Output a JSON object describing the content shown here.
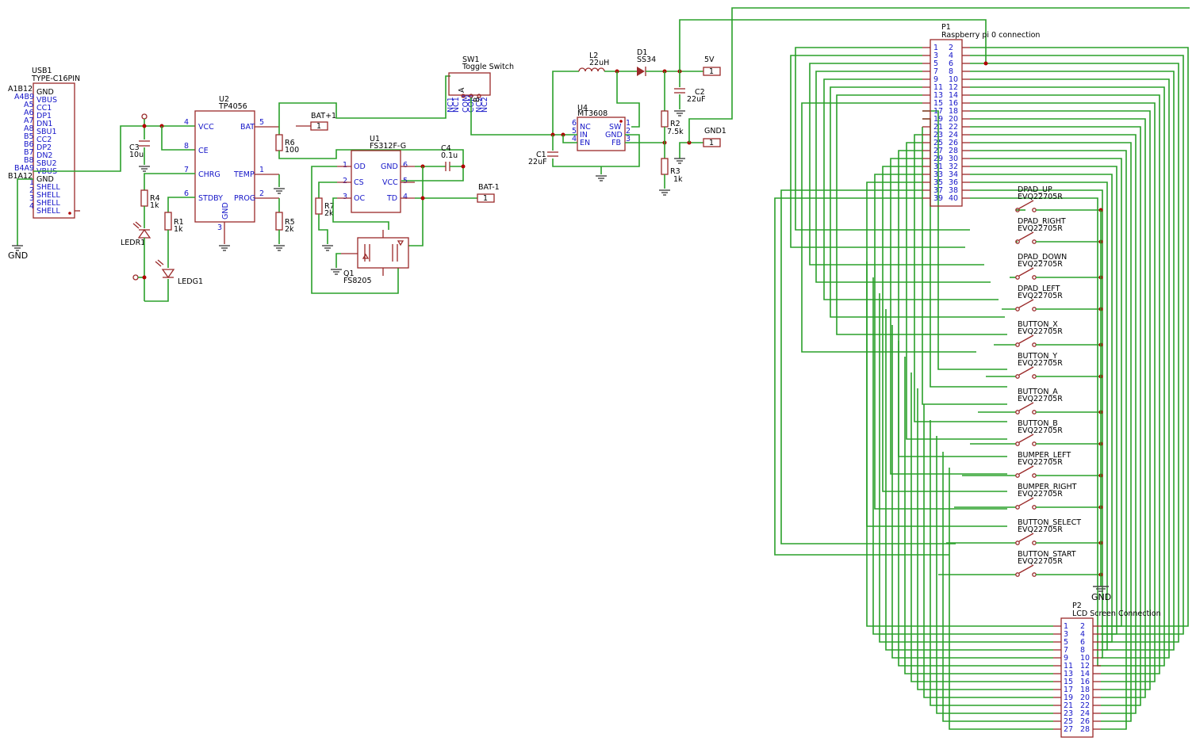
{
  "usb1": {
    "ref": "USB1",
    "value": "TYPE-C16PIN",
    "pins_left": [
      "A1B12",
      "A4B9",
      "A5",
      "A6",
      "A7",
      "A8",
      "B5",
      "B6",
      "B7",
      "B8",
      "B4A9",
      "B1A12"
    ],
    "pins_inner": [
      "GND",
      "VBUS",
      "CC1",
      "DP1",
      "DN1",
      "SBU1",
      "CC2",
      "DP2",
      "DN2",
      "SBU2",
      "VBUS",
      "GND",
      "SHELL",
      "SHELL",
      "SHELL",
      "SHELL"
    ],
    "shell_nums": [
      "1",
      "2",
      "3",
      "4"
    ]
  },
  "gnd_label": "GND",
  "c3": {
    "ref": "C3",
    "value": "10u"
  },
  "u2": {
    "ref": "U2",
    "value": "TP4056",
    "pin_vcc": "VCC",
    "pin_ce": "CE",
    "pin_chrg": "CHRG",
    "pin_stdby": "STDBY",
    "pin_gnd": "GND",
    "pin_bat": "BAT",
    "pin_temp": "TEMP",
    "pin_prog": "PROG",
    "n4": "4",
    "n8": "8",
    "n7": "7",
    "n6": "6",
    "n3": "3",
    "n5": "5",
    "n1": "1",
    "n2": "2"
  },
  "r4": {
    "ref": "R4",
    "value": "1k"
  },
  "r1": {
    "ref": "R1",
    "value": "1k"
  },
  "ledr": {
    "ref": "LEDR1"
  },
  "ledg": {
    "ref": "LEDG1"
  },
  "r6": {
    "ref": "R6",
    "value": "100"
  },
  "r5": {
    "ref": "R5",
    "value": "2k"
  },
  "r7": {
    "ref": "R7",
    "value": "2k"
  },
  "batp": {
    "ref": "BAT+1",
    "pin": "1"
  },
  "batn": {
    "ref": "BAT-1",
    "pin": "1"
  },
  "u1": {
    "ref": "U1",
    "value": "FS312F-G",
    "pin_od": "OD",
    "pin_cs": "CS",
    "pin_oc": "OC",
    "pin_gnd": "GND",
    "pin_vcc": "VCC",
    "pin_td": "TD",
    "n1": "1",
    "n2": "2",
    "n3": "3",
    "n6": "6",
    "n5": "5",
    "n4": "4"
  },
  "c4": {
    "ref": "C4",
    "value": "0.1u"
  },
  "q1": {
    "ref": "Q1",
    "value": "FS8205"
  },
  "sw1": {
    "ref": "SW1",
    "value": "Toggle Switch",
    "pins": [
      "NC1",
      "NC1",
      "COM",
      "COM",
      "NC2",
      "NC2"
    ],
    "a": "A",
    "b": "B"
  },
  "l2": {
    "ref": "L2",
    "value": "22uH"
  },
  "d1": {
    "ref": "D1",
    "value": "SS34"
  },
  "u4": {
    "ref": "U4",
    "value": "MT3608",
    "pin_nc": "NC",
    "pin_in": "IN",
    "pin_en": "EN",
    "pin_sw": "SW",
    "pin_gnd": "GND",
    "pin_fb": "FB",
    "n6": "6",
    "n5": "5",
    "n4": "4",
    "n1": "1",
    "n2": "2",
    "n3": "3"
  },
  "c1": {
    "ref": "C1",
    "value": "22uF"
  },
  "c2": {
    "ref": "C2",
    "value": "22uF"
  },
  "r2": {
    "ref": "R2",
    "value": "7.5k"
  },
  "r3": {
    "ref": "R3",
    "value": "1k"
  },
  "v5": {
    "ref": "5V",
    "pin": "1"
  },
  "gnd1": {
    "ref": "GND1",
    "pin": "1"
  },
  "p1": {
    "ref": "P1",
    "value": "Raspberry pi 0 connection",
    "left": [
      "1",
      "3",
      "5",
      "7",
      "9",
      "11",
      "13",
      "15",
      "17",
      "19",
      "21",
      "23",
      "25",
      "27",
      "29",
      "31",
      "33",
      "35",
      "37",
      "39"
    ],
    "right": [
      "2",
      "4",
      "6",
      "8",
      "10",
      "12",
      "14",
      "16",
      "18",
      "20",
      "22",
      "24",
      "26",
      "28",
      "30",
      "32",
      "34",
      "36",
      "38",
      "40"
    ]
  },
  "buttons": [
    {
      "name": "DPAD_UP",
      "value": "EVQ22705R"
    },
    {
      "name": "DPAD_RIGHT",
      "value": "EVQ22705R"
    },
    {
      "name": "DPAD_DOWN",
      "value": "EVQ22705R"
    },
    {
      "name": "DPAD_LEFT",
      "value": "EVQ22705R"
    },
    {
      "name": "BUTTON_X",
      "value": "EVQ22705R"
    },
    {
      "name": "BUTTON_Y",
      "value": "EVQ22705R"
    },
    {
      "name": "BUTTON_A",
      "value": "EVQ22705R"
    },
    {
      "name": "BUTTON_B",
      "value": "EVQ22705R"
    },
    {
      "name": "BUMPER_LEFT",
      "value": "EVQ22705R"
    },
    {
      "name": "BUMPER_RIGHT",
      "value": "EVQ22705R"
    },
    {
      "name": "BUTTON_SELECT",
      "value": "EVQ22705R"
    },
    {
      "name": "BUTTON_START",
      "value": "EVQ22705R"
    }
  ],
  "p2": {
    "ref": "P2",
    "value": "LCD Screen Connection",
    "left": [
      "1",
      "3",
      "5",
      "7",
      "9",
      "11",
      "13",
      "15",
      "17",
      "19",
      "21",
      "23",
      "25",
      "27"
    ],
    "right": [
      "2",
      "4",
      "6",
      "8",
      "10",
      "12",
      "14",
      "16",
      "18",
      "20",
      "22",
      "24",
      "26",
      "28"
    ]
  },
  "colors": {
    "wire": "#2aa02a",
    "part": "#9a2a2a",
    "pin": "#1515c8",
    "junction": "#b00000"
  }
}
